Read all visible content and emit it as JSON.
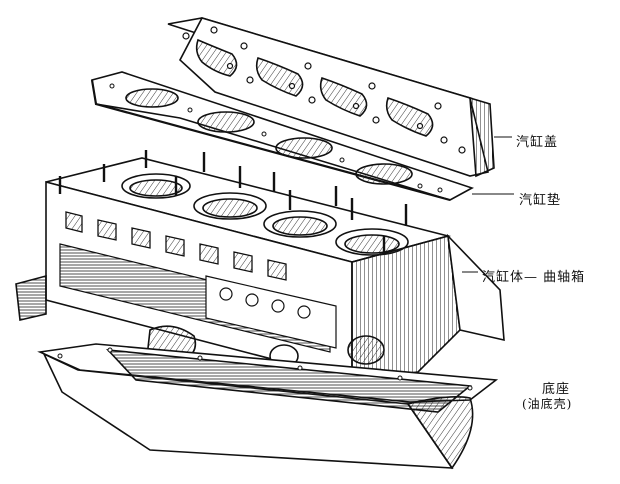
{
  "labels": {
    "cylinder_head": "汽缸盖",
    "cylinder_gasket": "汽缸垫",
    "block_crankcase": "汽缸体— 曲轴箱",
    "oil_pan_line1": "底座",
    "oil_pan_line2": "(油底壳)"
  },
  "colors": {
    "ink": "#111111",
    "paper": "#ffffff"
  }
}
